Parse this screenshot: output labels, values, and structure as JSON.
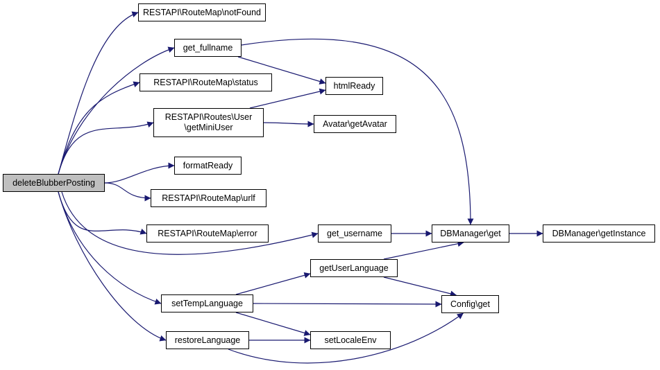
{
  "colors": {
    "edge": "#191970",
    "node_border": "#000000",
    "node_fill": "#ffffff",
    "root_fill": "#bfbfbf"
  },
  "nodes": {
    "deleteBlubberPosting": [
      "deleteBlubberPosting"
    ],
    "notFound": [
      "RESTAPI\\RouteMap\\notFound"
    ],
    "get_fullname": [
      "get_fullname"
    ],
    "status": [
      "RESTAPI\\RouteMap\\status"
    ],
    "htmlReady": [
      "htmlReady"
    ],
    "getMiniUser": [
      "RESTAPI\\Routes\\User",
      "\\getMiniUser"
    ],
    "getAvatar": [
      "Avatar\\getAvatar"
    ],
    "formatReady": [
      "formatReady"
    ],
    "urlf": [
      "RESTAPI\\RouteMap\\urlf"
    ],
    "error": [
      "RESTAPI\\RouteMap\\error"
    ],
    "get_username": [
      "get_username"
    ],
    "DBManager_get": [
      "DBManager\\get"
    ],
    "getInstance": [
      "DBManager\\getInstance"
    ],
    "getUserLanguage": [
      "getUserLanguage"
    ],
    "setTempLanguage": [
      "setTempLanguage"
    ],
    "Config_get": [
      "Config\\get"
    ],
    "restoreLanguage": [
      "restoreLanguage"
    ],
    "setLocaleEnv": [
      "setLocaleEnv"
    ]
  },
  "edges": [
    [
      "deleteBlubberPosting",
      "notFound"
    ],
    [
      "deleteBlubberPosting",
      "get_fullname"
    ],
    [
      "deleteBlubberPosting",
      "status"
    ],
    [
      "deleteBlubberPosting",
      "getMiniUser"
    ],
    [
      "deleteBlubberPosting",
      "formatReady"
    ],
    [
      "deleteBlubberPosting",
      "urlf"
    ],
    [
      "deleteBlubberPosting",
      "error"
    ],
    [
      "deleteBlubberPosting",
      "get_username"
    ],
    [
      "deleteBlubberPosting",
      "setTempLanguage"
    ],
    [
      "deleteBlubberPosting",
      "restoreLanguage"
    ],
    [
      "get_fullname",
      "htmlReady"
    ],
    [
      "get_fullname",
      "DBManager_get"
    ],
    [
      "getMiniUser",
      "htmlReady"
    ],
    [
      "getMiniUser",
      "getAvatar"
    ],
    [
      "get_username",
      "DBManager_get"
    ],
    [
      "DBManager_get",
      "getInstance"
    ],
    [
      "getUserLanguage",
      "DBManager_get"
    ],
    [
      "getUserLanguage",
      "Config_get"
    ],
    [
      "setTempLanguage",
      "getUserLanguage"
    ],
    [
      "setTempLanguage",
      "Config_get"
    ],
    [
      "setTempLanguage",
      "setLocaleEnv"
    ],
    [
      "restoreLanguage",
      "setLocaleEnv"
    ],
    [
      "restoreLanguage",
      "Config_get"
    ]
  ]
}
